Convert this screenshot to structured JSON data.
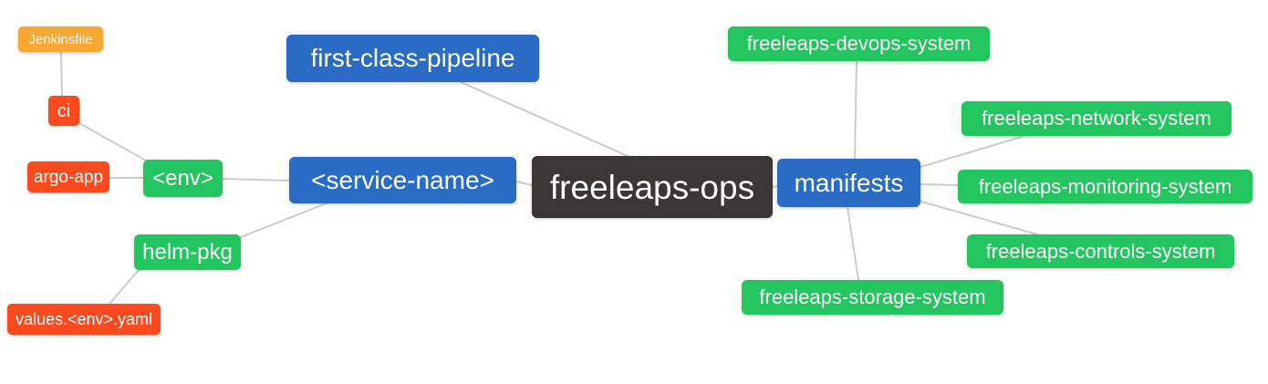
{
  "diagram": {
    "type": "mindmap",
    "root": "freeleaps-ops",
    "palette": {
      "blue": "#2a6bc6",
      "green": "#22c55e",
      "orange": "#f7a732",
      "red_orange": "#fb4a1e",
      "dark": "#3b3735",
      "edge": "#cccccc",
      "background": "#ffffff",
      "text": "#ffffff"
    },
    "nodes": [
      {
        "id": "jenkinsfile",
        "label": "Jenkinsfile",
        "color": "orange"
      },
      {
        "id": "ci",
        "label": "ci",
        "color": "red_orange"
      },
      {
        "id": "argo-app",
        "label": "argo-app",
        "color": "red_orange"
      },
      {
        "id": "env",
        "label": "<env>",
        "color": "green"
      },
      {
        "id": "helm-pkg",
        "label": "helm-pkg",
        "color": "green"
      },
      {
        "id": "values-env-yaml",
        "label": "values.<env>.yaml",
        "color": "red_orange"
      },
      {
        "id": "first-class-pipeline",
        "label": "first-class-pipeline",
        "color": "blue"
      },
      {
        "id": "service-name",
        "label": "<service-name>",
        "color": "blue"
      },
      {
        "id": "freeleaps-ops",
        "label": "freeleaps-ops",
        "color": "dark"
      },
      {
        "id": "manifests",
        "label": "manifests",
        "color": "blue"
      },
      {
        "id": "freeleaps-devops-system",
        "label": "freeleaps-devops-system",
        "color": "green"
      },
      {
        "id": "freeleaps-network-system",
        "label": "freeleaps-network-system",
        "color": "green"
      },
      {
        "id": "freeleaps-monitoring-system",
        "label": "freeleaps-monitoring-system",
        "color": "green"
      },
      {
        "id": "freeleaps-controls-system",
        "label": "freeleaps-controls-system",
        "color": "green"
      },
      {
        "id": "freeleaps-storage-system",
        "label": "freeleaps-storage-system",
        "color": "green"
      }
    ],
    "edges": [
      {
        "from": "jenkinsfile",
        "to": "ci"
      },
      {
        "from": "ci",
        "to": "env"
      },
      {
        "from": "argo-app",
        "to": "env"
      },
      {
        "from": "env",
        "to": "service-name"
      },
      {
        "from": "service-name",
        "to": "helm-pkg"
      },
      {
        "from": "helm-pkg",
        "to": "values-env-yaml"
      },
      {
        "from": "service-name",
        "to": "freeleaps-ops"
      },
      {
        "from": "first-class-pipeline",
        "to": "freeleaps-ops"
      },
      {
        "from": "freeleaps-ops",
        "to": "manifests"
      },
      {
        "from": "manifests",
        "to": "freeleaps-devops-system"
      },
      {
        "from": "manifests",
        "to": "freeleaps-network-system"
      },
      {
        "from": "manifests",
        "to": "freeleaps-monitoring-system"
      },
      {
        "from": "manifests",
        "to": "freeleaps-controls-system"
      },
      {
        "from": "manifests",
        "to": "freeleaps-storage-system"
      }
    ]
  }
}
